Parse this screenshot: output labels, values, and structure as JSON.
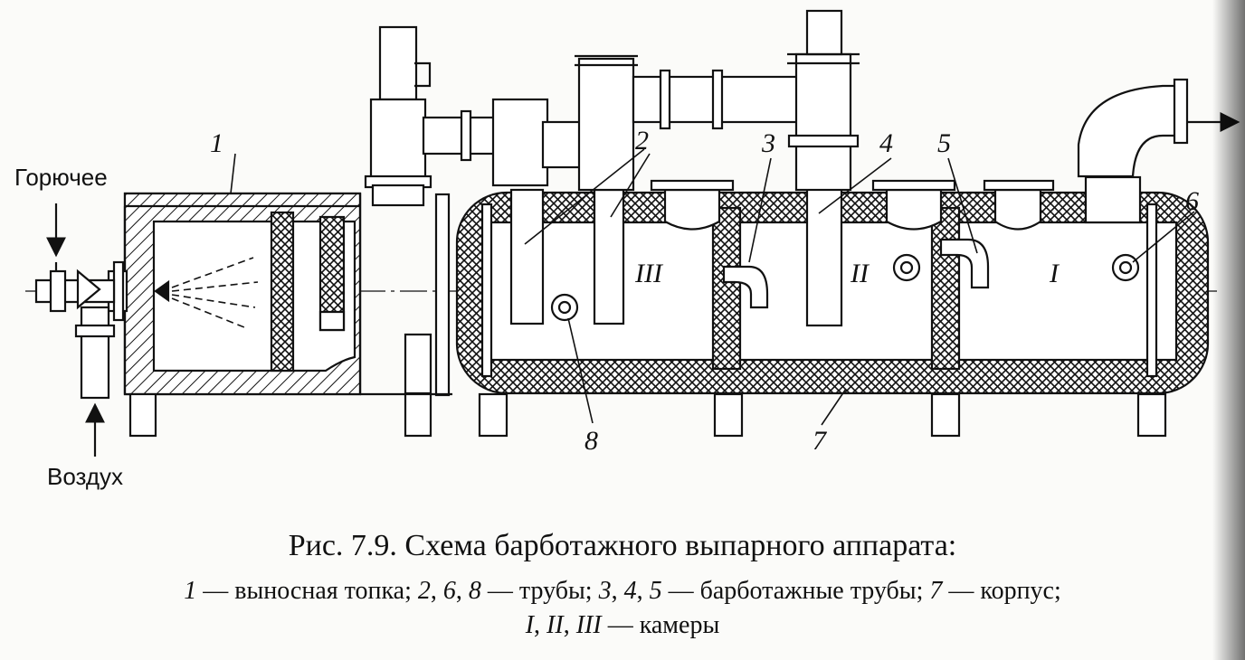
{
  "labels": {
    "inputs": {
      "fuel": "Горючее",
      "air": "Воздух"
    },
    "numbers": {
      "n1": "1",
      "n2": "2",
      "n3": "3",
      "n4": "4",
      "n5": "5",
      "n6": "6",
      "n7": "7",
      "n8": "8"
    },
    "chambers": {
      "c1": "I",
      "c2": "II",
      "c3": "III"
    }
  },
  "caption": {
    "title": "Рис. 7.9. Схема барботажного выпарного аппарата:",
    "legend": {
      "n1": "1",
      "t1": " — выносная топка; ",
      "n2": "2",
      "sep1": ", ",
      "n6": "6",
      "sep2": ", ",
      "n8": "8",
      "t2": " — трубы; ",
      "n3": "3",
      "sep3": ", ",
      "n4": "4",
      "sep4": ", ",
      "n5": "5",
      "t3": " — барботажные трубы; ",
      "n7": "7",
      "t4": " — корпус;",
      "c1": "I",
      "sep5": ", ",
      "c2": "II",
      "sep6": ", ",
      "c3": "III",
      "t5": " — камеры"
    }
  }
}
